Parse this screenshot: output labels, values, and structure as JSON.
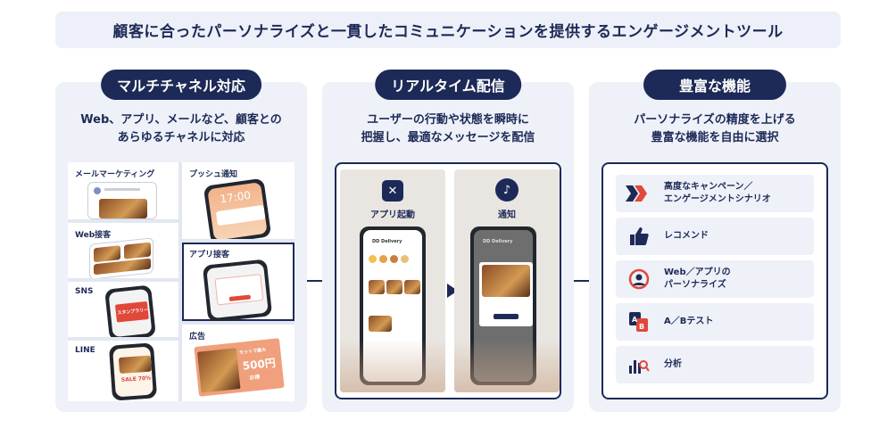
{
  "banner": "顧客に合ったパーソナライズと一貫したコミュニケーションを提供するエンゲージメントツール",
  "panels": [
    {
      "title": "マルチチャネル対応",
      "desc": [
        "Web、アプリ、メールなど、顧客との",
        "あらゆるチャネルに対応"
      ],
      "channels": {
        "email": "メールマーケティング",
        "web": "Web接客",
        "sns": "SNS",
        "line": "LINE",
        "push": "プッシュ通知",
        "app": "アプリ接客",
        "ads": "広告"
      },
      "mock_text": {
        "push_time": "17:00",
        "sns_banner": "スタンプラリー",
        "line_sale": "SALE 70%",
        "ad_text": [
          "セットで最大",
          "500円",
          "お得"
        ]
      }
    },
    {
      "title": "リアルタイム配信",
      "desc": [
        "ユーザーの行動や状態を瞬時に",
        "把握し、最適なメッセージを配信"
      ],
      "app_launch": "アプリ起動",
      "notification": "通知",
      "app_name": "DD Delivery"
    },
    {
      "title": "豊富な機能",
      "desc": [
        "パーソナライズの精度を上げる",
        "豊富な機能を自由に選択"
      ],
      "features": [
        {
          "icon": "campaign-arrows-icon",
          "label": [
            "高度なキャンペーン／",
            "エンゲージメントシナリオ"
          ]
        },
        {
          "icon": "thumbs-up-icon",
          "label": [
            "レコメンド"
          ]
        },
        {
          "icon": "personalize-icon",
          "label": [
            "Web／アプリの",
            "パーソナライズ"
          ]
        },
        {
          "icon": "ab-test-icon",
          "label": [
            "A／Bテスト"
          ]
        },
        {
          "icon": "analytics-icon",
          "label": [
            "分析"
          ]
        }
      ]
    }
  ],
  "colors": {
    "navy": "#1d2a57",
    "panel_bg": "#eef1f8",
    "accent_red": "#e0483a"
  }
}
